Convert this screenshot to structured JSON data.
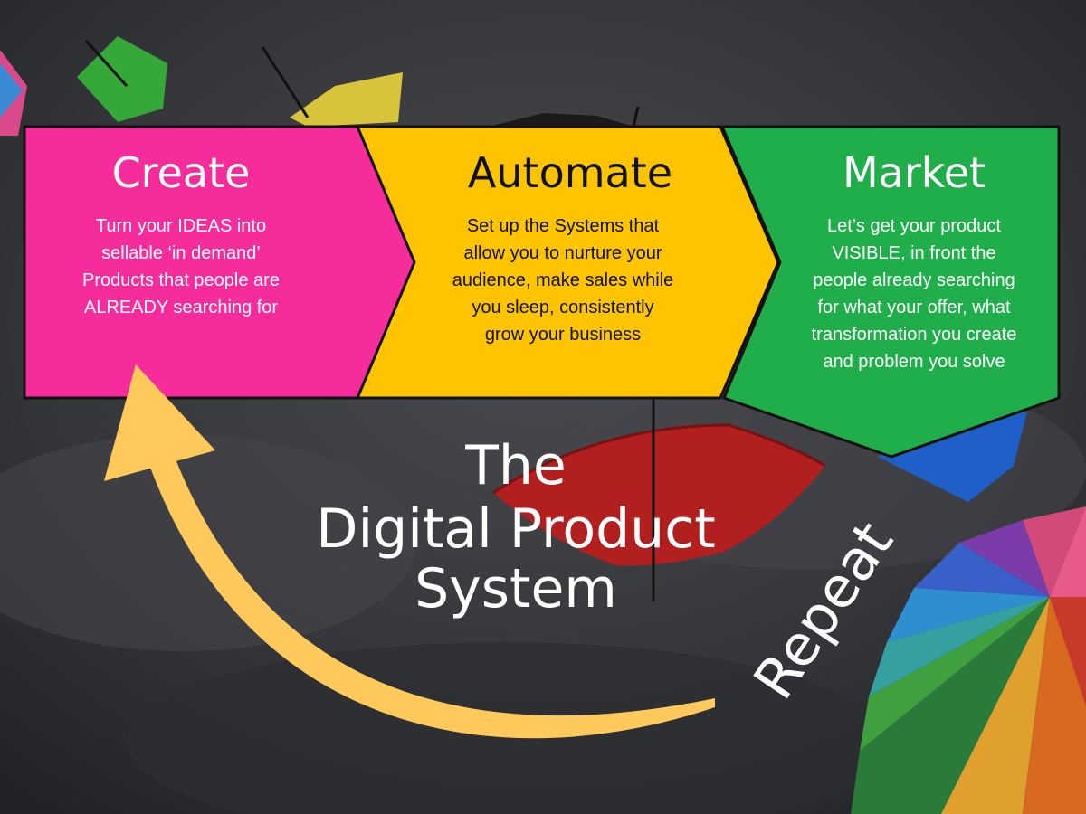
{
  "steps": [
    {
      "title": "Create",
      "body_lines": [
        "Turn your IDEAS into",
        "sellable ‘in demand’",
        "Products that people are",
        "ALREADY searching for"
      ],
      "color": "#f72c9c",
      "text_color": "#ffffff"
    },
    {
      "title": "Automate",
      "body_lines": [
        "Set up the Systems that",
        "allow you to nurture your",
        "audience, make sales while",
        "you sleep, consistently",
        "grow your business"
      ],
      "color": "#ffc400",
      "text_color": "#111111"
    },
    {
      "title": "Market",
      "body_lines": [
        "Let’s get your product",
        "VISIBLE, in front the",
        "people already searching",
        "for what your offer, what",
        "transformation you create",
        "and problem you solve"
      ],
      "color": "#1fae4a",
      "text_color": "#ffffff"
    }
  ],
  "center_title": [
    "The",
    "Digital Product",
    "System"
  ],
  "loop_label": "Repeat",
  "colors": {
    "arrow": "#ffc95c",
    "background": "#3a3b3e",
    "outline": "#111111"
  }
}
